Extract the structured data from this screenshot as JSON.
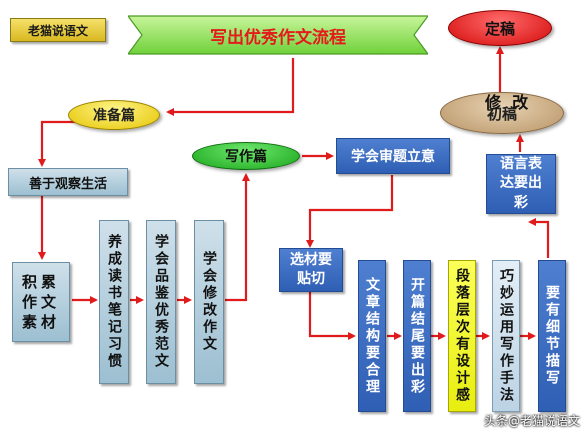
{
  "badge": "老猫说语文",
  "banner_title": "写出优秀作文流程",
  "prep_oval": "准备篇",
  "observe_box": "善于观察生活",
  "accumulate_box": "积累作文素材",
  "reading_box": "养成读书笔记习惯",
  "appreciate_box": "学会品鉴优秀范文",
  "revise_box": "学会修改作文",
  "writing_oval": "写作篇",
  "topic_box": "学会审题立意",
  "material_box": "选材要贴切",
  "structure_box": "文章结构要合理",
  "opening_box": "开篇结尾要出彩",
  "layers_box": "段落层次有设计感",
  "technique_box": "巧妙运用写作手法",
  "detail_box": "要有细节描写",
  "language_box": "语言表达要出彩",
  "draft_oval": "初稿",
  "revise_label": "修  改",
  "final_oval": "定稿",
  "watermark": "头条@老猫说语文"
}
